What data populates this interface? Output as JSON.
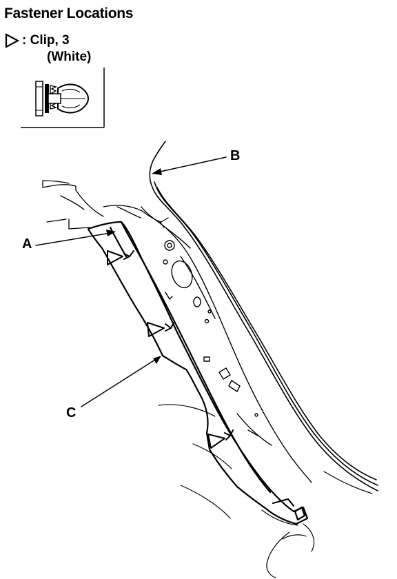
{
  "header": {
    "title": "Fastener Locations"
  },
  "legend": {
    "symbol_icon": "triangle-clip-marker-icon",
    "label": ": Clip, 3",
    "sublabel": "(White)"
  },
  "callouts": {
    "a": "A",
    "b": "B",
    "c": "C"
  },
  "colors": {
    "ink": "#000000",
    "paper": "#ffffff"
  }
}
